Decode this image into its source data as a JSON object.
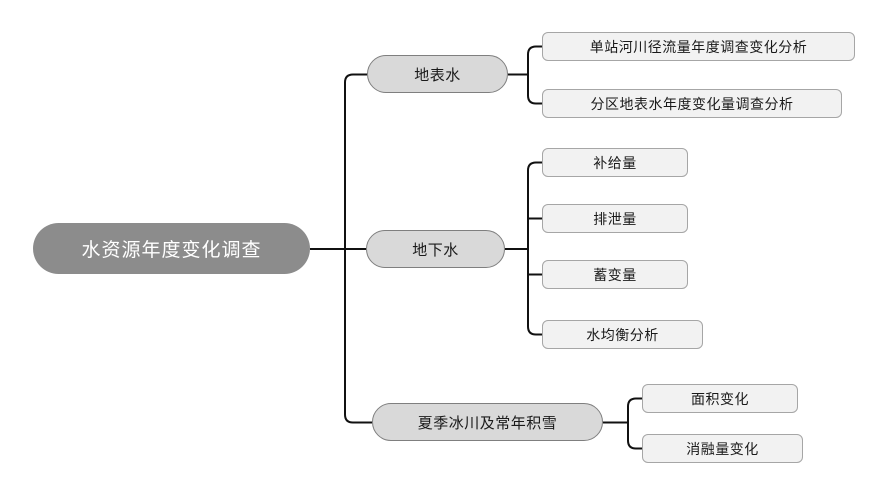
{
  "diagram": {
    "type": "bracket-mind-map",
    "root": {
      "label": "水资源年度变化调查"
    },
    "branches": [
      {
        "label": "地表水",
        "children": [
          {
            "label": "单站河川径流量年度调查变化分析"
          },
          {
            "label": "分区地表水年度变化量调查分析"
          }
        ]
      },
      {
        "label": "地下水",
        "children": [
          {
            "label": "补给量"
          },
          {
            "label": "排泄量"
          },
          {
            "label": "蓄变量"
          },
          {
            "label": "水均衡分析"
          }
        ]
      },
      {
        "label": "夏季冰川及常年积雪",
        "children": [
          {
            "label": "面积变化"
          },
          {
            "label": "消融量变化"
          }
        ]
      }
    ],
    "colors": {
      "root_fill": "#8c8c8c",
      "root_text": "#ffffff",
      "branch_fill": "#d9d9d9",
      "branch_border": "#7f7f7f",
      "leaf_fill": "#f2f2f2",
      "leaf_border": "#a6a6a6",
      "connector_line": "#111111",
      "background": "#ffffff"
    }
  }
}
